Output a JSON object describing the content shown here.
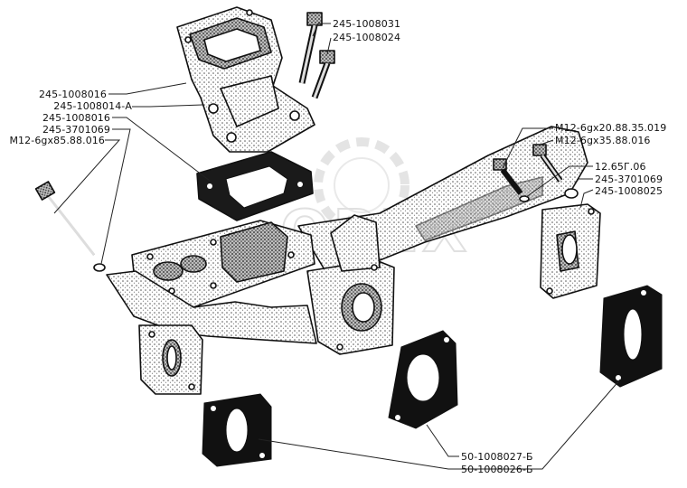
{
  "watermark": {
    "text": "OPEX"
  },
  "labels": [
    {
      "id": "bolt-upper-a",
      "text": "245-1008031"
    },
    {
      "id": "bolt-upper-b",
      "text": "245-1008024"
    },
    {
      "id": "flange-upper",
      "text": "245-1008016"
    },
    {
      "id": "elbow",
      "text": "245-1008014-А"
    },
    {
      "id": "gasket-square",
      "text": "245-1008016"
    },
    {
      "id": "washer-left",
      "text": "245-3701069"
    },
    {
      "id": "bolt-left",
      "text": "М12-6gх85.88.016"
    },
    {
      "id": "bolt-right-a",
      "text": "М12-6gх20.88.35.019"
    },
    {
      "id": "bolt-right-b",
      "text": "М12-6gх35.88.016"
    },
    {
      "id": "washer-right-a",
      "text": "12.65Г.06"
    },
    {
      "id": "washer-right-b",
      "text": "245-3701069"
    },
    {
      "id": "manifold",
      "text": "245-1008025"
    },
    {
      "id": "gasket-port",
      "text": "50-1008027-Б"
    },
    {
      "id": "gasket-oval",
      "text": "50-1008026-Б"
    }
  ]
}
